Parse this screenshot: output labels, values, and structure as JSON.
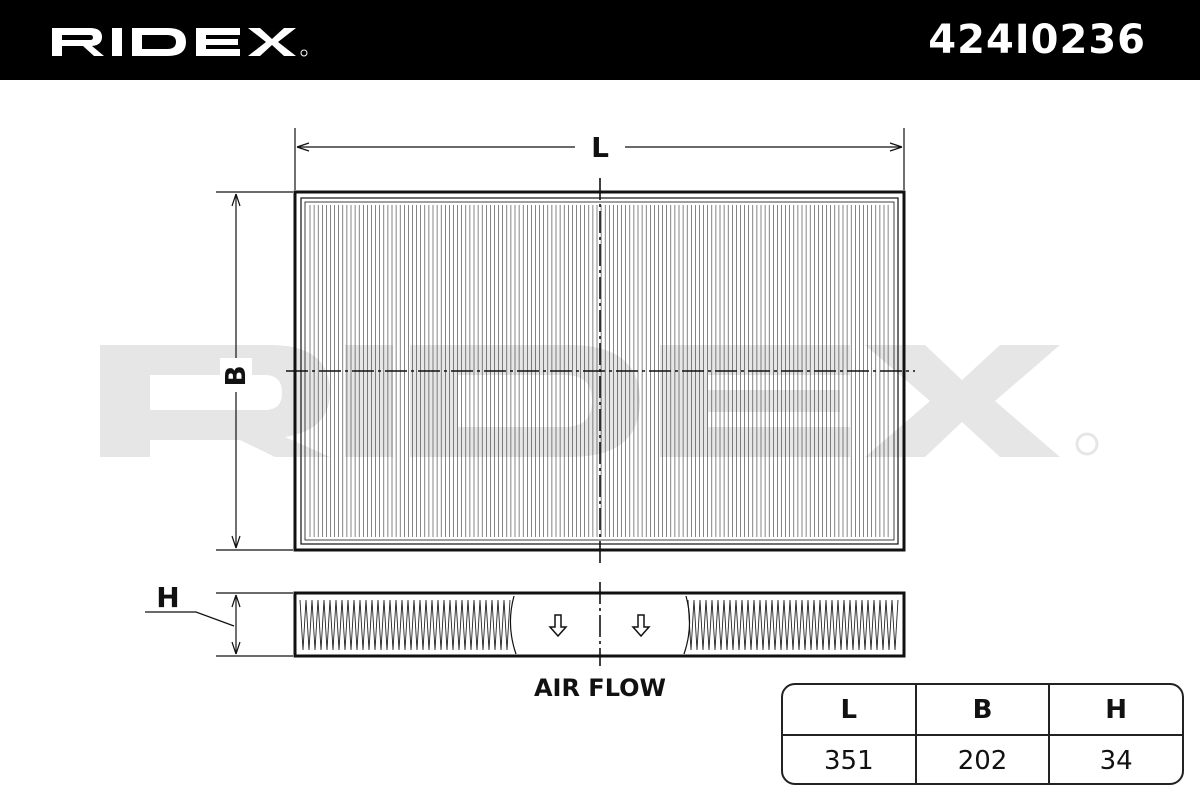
{
  "header": {
    "brand": "RIDEX",
    "part_number": "424I0236"
  },
  "drawing": {
    "dimension_labels": {
      "length": "L",
      "breadth": "B",
      "height": "H"
    },
    "airflow_label": "AIR FLOW",
    "watermark": "RIDEX"
  },
  "dimension_table": {
    "headers": [
      "L",
      "B",
      "H"
    ],
    "values": [
      "351",
      "202",
      "34"
    ]
  },
  "colors": {
    "header_bg": "#000000",
    "line": "#111111",
    "watermark": "#e6e6e6"
  }
}
